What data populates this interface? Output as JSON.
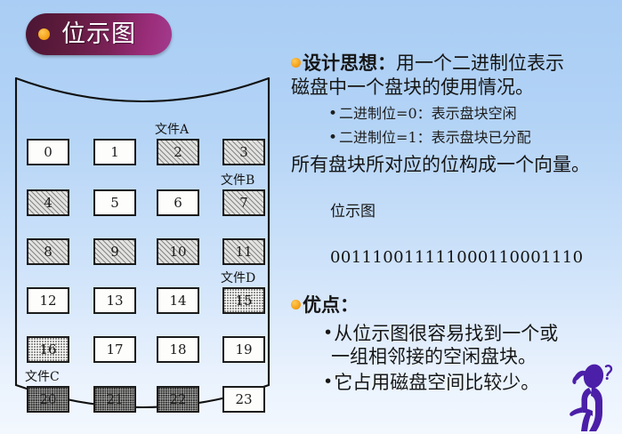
{
  "slide": {
    "title": "位示图",
    "title_bullet_icon": "orange-dot-icon"
  },
  "disk_diagram": {
    "name": "磁盘盘块位示图",
    "blocks": [
      {
        "id": 0,
        "label": "0",
        "state": "free"
      },
      {
        "id": 1,
        "label": "1",
        "state": "free"
      },
      {
        "id": 2,
        "label": "2",
        "state": "hatch"
      },
      {
        "id": 3,
        "label": "3",
        "state": "hatch"
      },
      {
        "id": 4,
        "label": "4",
        "state": "hatch"
      },
      {
        "id": 5,
        "label": "5",
        "state": "free"
      },
      {
        "id": 6,
        "label": "6",
        "state": "free"
      },
      {
        "id": 7,
        "label": "7",
        "state": "hatch"
      },
      {
        "id": 8,
        "label": "8",
        "state": "hatch"
      },
      {
        "id": 9,
        "label": "9",
        "state": "hatch"
      },
      {
        "id": 10,
        "label": "10",
        "state": "hatch"
      },
      {
        "id": 11,
        "label": "11",
        "state": "hatch"
      },
      {
        "id": 12,
        "label": "12",
        "state": "free"
      },
      {
        "id": 13,
        "label": "13",
        "state": "free"
      },
      {
        "id": 14,
        "label": "14",
        "state": "free"
      },
      {
        "id": 15,
        "label": "15",
        "state": "dot-light"
      },
      {
        "id": 16,
        "label": "16",
        "state": "dot-light"
      },
      {
        "id": 17,
        "label": "17",
        "state": "free"
      },
      {
        "id": 18,
        "label": "18",
        "state": "free"
      },
      {
        "id": 19,
        "label": "19",
        "state": "free"
      },
      {
        "id": 20,
        "label": "20",
        "state": "dot-dense"
      },
      {
        "id": 21,
        "label": "21",
        "state": "dot-dense"
      },
      {
        "id": 22,
        "label": "22",
        "state": "dot-dense"
      },
      {
        "id": 23,
        "label": "23",
        "state": "free"
      }
    ],
    "file_labels": [
      {
        "text": "文件A",
        "block": 2
      },
      {
        "text": "文件B",
        "block": 7
      },
      {
        "text": "文件D",
        "block": 15
      },
      {
        "text": "文件C",
        "block": 20
      }
    ]
  },
  "content": {
    "idea_heading": "设计思想：",
    "idea_line1_rest": "用一个二进制位表示",
    "idea_line2": "磁盘中一个盘块的使用情况。",
    "sub_bullets": [
      "二进制位=0：表示盘块空闲",
      "二进制位=1：表示盘块已分配"
    ],
    "vector_line": "所有盘块所对应的位构成一个向量。",
    "bitmap_caption": "位示图",
    "bitmap_value": "001110011111000110001110",
    "pros_heading": "优点：",
    "pros": [
      "从位示图很容易找到一个或",
      "一组相邻接的空闲盘块。",
      "它占用磁盘空间比较少。"
    ],
    "bullet_dot": "•"
  },
  "colors": {
    "background_top": "#a9cdf4",
    "background_bottom": "#f3f8fe",
    "title_pill_dark": "#4b1533",
    "title_pill_light": "#a33b8e",
    "accent_orange": "#f5a31b",
    "thinker_purple": "#4b1fa8",
    "text": "#161616"
  },
  "decor": {
    "thinker_icon": "thinking-person-icon"
  }
}
